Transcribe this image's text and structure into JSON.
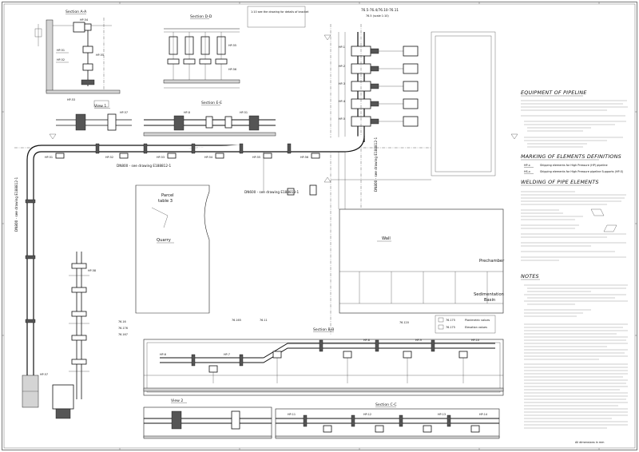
{
  "sections": {
    "section_aa": "Section A-A",
    "section_dd": "Section D-D",
    "section_ee": "Section E-E",
    "section_bb": "Section B-B",
    "section_cc": "Section C-C",
    "view_1": "View 1",
    "view_2": "View 2"
  },
  "pipe_notes": {
    "dn800_top": "DN800 - see drawing E188812-1",
    "dn800_right": "DN800 - see drawing E188812-1",
    "dn800_center": "DN600 - see drawing E188813-1",
    "dn800_left": "DN800 - see drawing E188812-1"
  },
  "areas": {
    "parcel": "Parcel",
    "table": "table 3",
    "quarry": "Quarry",
    "wall": "Wall",
    "prechamber": "Prechamber",
    "sedimentation": "Sedimentation",
    "basin": "Basin"
  },
  "legend": {
    "item1": "76.175",
    "item1_desc": "Planimetric values",
    "item2": "76.175",
    "item2_desc": "Elevation values"
  },
  "elevations": [
    "76.16",
    "76.176",
    "76.167",
    "76.165",
    "76.11",
    "76.120"
  ],
  "pipe_tags": [
    "HP-1",
    "HP-2",
    "HP-3",
    "HP-4",
    "HP-5",
    "HP-6",
    "HP-7",
    "HP-8",
    "HP-9",
    "HP-10",
    "HP-11",
    "HP-12",
    "HP-13",
    "HP-14",
    "HP-51",
    "HP-52",
    "HP-53",
    "HP-54",
    "HP-55",
    "HP-56",
    "HP-57",
    "HP-58"
  ],
  "headings": {
    "equipment": "EQUIPMENT OF PIPELINE",
    "marking": "MARKING OF ELEMENTS DEFINITIONS",
    "welding": "WELDING OF PIPE ELEMENTS",
    "notes": "NOTES"
  },
  "marking": {
    "hp_tag": "HP-x",
    "hp_desc": "Shipping elements for High Pressure (HP) pipeline",
    "hs_tag": "HS-x",
    "hs_desc": "Shipping elements for High Pressure pipeline Supports (HP-S)"
  },
  "top_note": {
    "line1": "76.5-76.4/76.10-76.11",
    "line2": "76.5 (scale 1:10)",
    "box": "1:10 see the drawing for details of bracket"
  },
  "corner_note": "All dimensions in mm"
}
